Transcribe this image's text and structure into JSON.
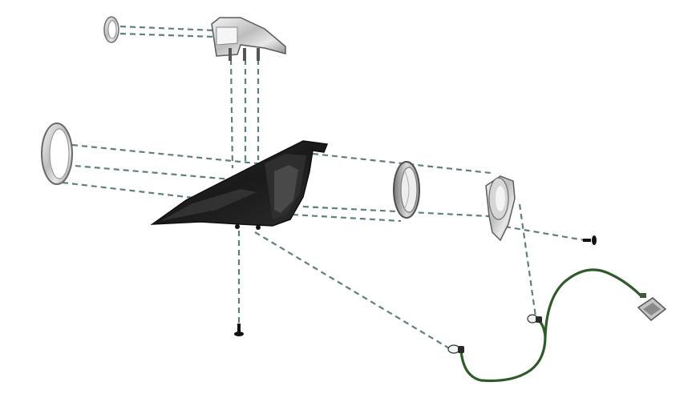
{
  "diagram": {
    "type": "exploded-assembly",
    "colors": {
      "background": "#ffffff",
      "leader_line": "#5f7f7f",
      "housing_dark": "#1e1e1e",
      "chrome_light": "#dcdcdc",
      "chrome_mid": "#9a9a9a",
      "wire": "#2f5a2a",
      "connector": "#b8b8b8"
    },
    "parts": [
      {
        "id": "small-bezel-ring",
        "icon": "ring-icon"
      },
      {
        "id": "upper-bracket-cap",
        "icon": "bracket-icon"
      },
      {
        "id": "large-bezel-ring",
        "icon": "ring-icon"
      },
      {
        "id": "main-housing",
        "icon": "housing-icon"
      },
      {
        "id": "lens-ring",
        "icon": "lens-icon"
      },
      {
        "id": "lamp-reflector",
        "icon": "lamp-icon"
      },
      {
        "id": "mounting-screw-right",
        "icon": "screw-icon"
      },
      {
        "id": "mounting-screw-bottom",
        "icon": "screw-icon"
      },
      {
        "id": "bulb-socket-left",
        "icon": "bulb-socket-icon"
      },
      {
        "id": "bulb-socket-right",
        "icon": "bulb-socket-icon"
      },
      {
        "id": "wire-harness",
        "icon": "wire-harness-icon"
      },
      {
        "id": "harness-connector",
        "icon": "connector-icon"
      }
    ]
  }
}
